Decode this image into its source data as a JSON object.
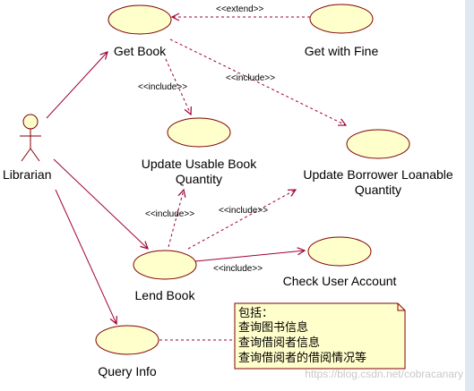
{
  "colors": {
    "usecase_fill": "#ffffcc",
    "outline": "#800000",
    "association": "#a00030",
    "dependency": "#a00030",
    "note_fill": "#ffffcc",
    "page_edge": "#dfe8f0"
  },
  "actor": {
    "name": "Librarian"
  },
  "use_cases": {
    "get_book": "Get Book",
    "get_with_fine": "Get with Fine",
    "update_usable_line1": "Update Usable Book",
    "update_usable_line2": "Quantity",
    "update_borrower_line1": "Update Borrower Loanable",
    "update_borrower_line2": "Quantity",
    "lend_book": "Lend Book",
    "check_user_account": "Check User Account",
    "query_info": "Query Info"
  },
  "relations": {
    "extend": "<<extend>>",
    "include": "<<include>>"
  },
  "note": {
    "line1": "包括：",
    "line2": "查询图书信息",
    "line3": "查询借阅者信息",
    "line4": "查询借阅者的借阅情况等"
  },
  "watermark": "https://blog.csdn.net/cobracanary"
}
